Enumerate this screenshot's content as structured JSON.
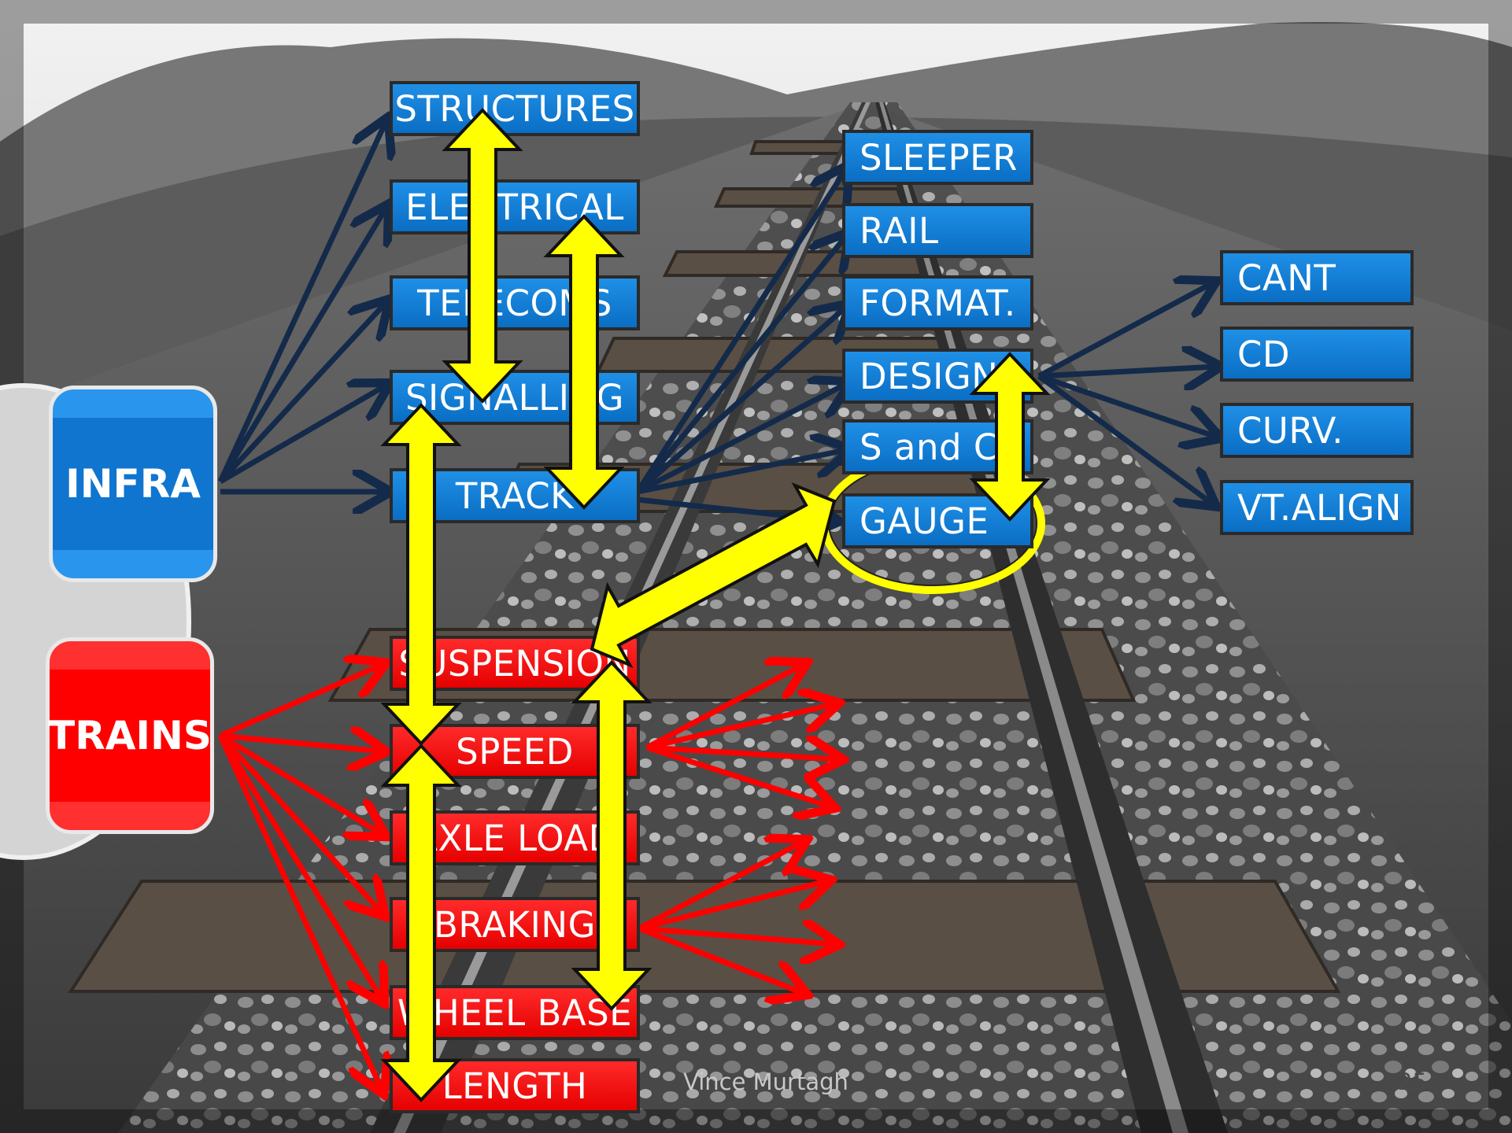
{
  "main": {
    "infra": "INFRA",
    "trains": "TRAINS"
  },
  "infra_items": [
    "STRUCTURES",
    "ELECTRICAL",
    "TELECOMS",
    "SIGNALLING",
    "TRACK"
  ],
  "track_items": [
    "SLEEPER",
    "RAIL",
    "FORMAT.",
    "DESIGN",
    "S and C",
    "GAUGE"
  ],
  "design_items": [
    "CANT",
    "CD",
    "CURV.",
    "VT.ALIGN"
  ],
  "train_items": [
    "SUSPENSION",
    "SPEED",
    "AXLE LOAD",
    "BRAKING",
    "WHEEL BASE",
    "LENGTH"
  ],
  "footer": {
    "author": "Vince Murtagh",
    "page": "25"
  },
  "colors": {
    "infra_blue": "#0a6ec4",
    "train_red": "#e60000",
    "highlight_yellow": "#ffff00",
    "arrow_navy": "#142a4a"
  }
}
